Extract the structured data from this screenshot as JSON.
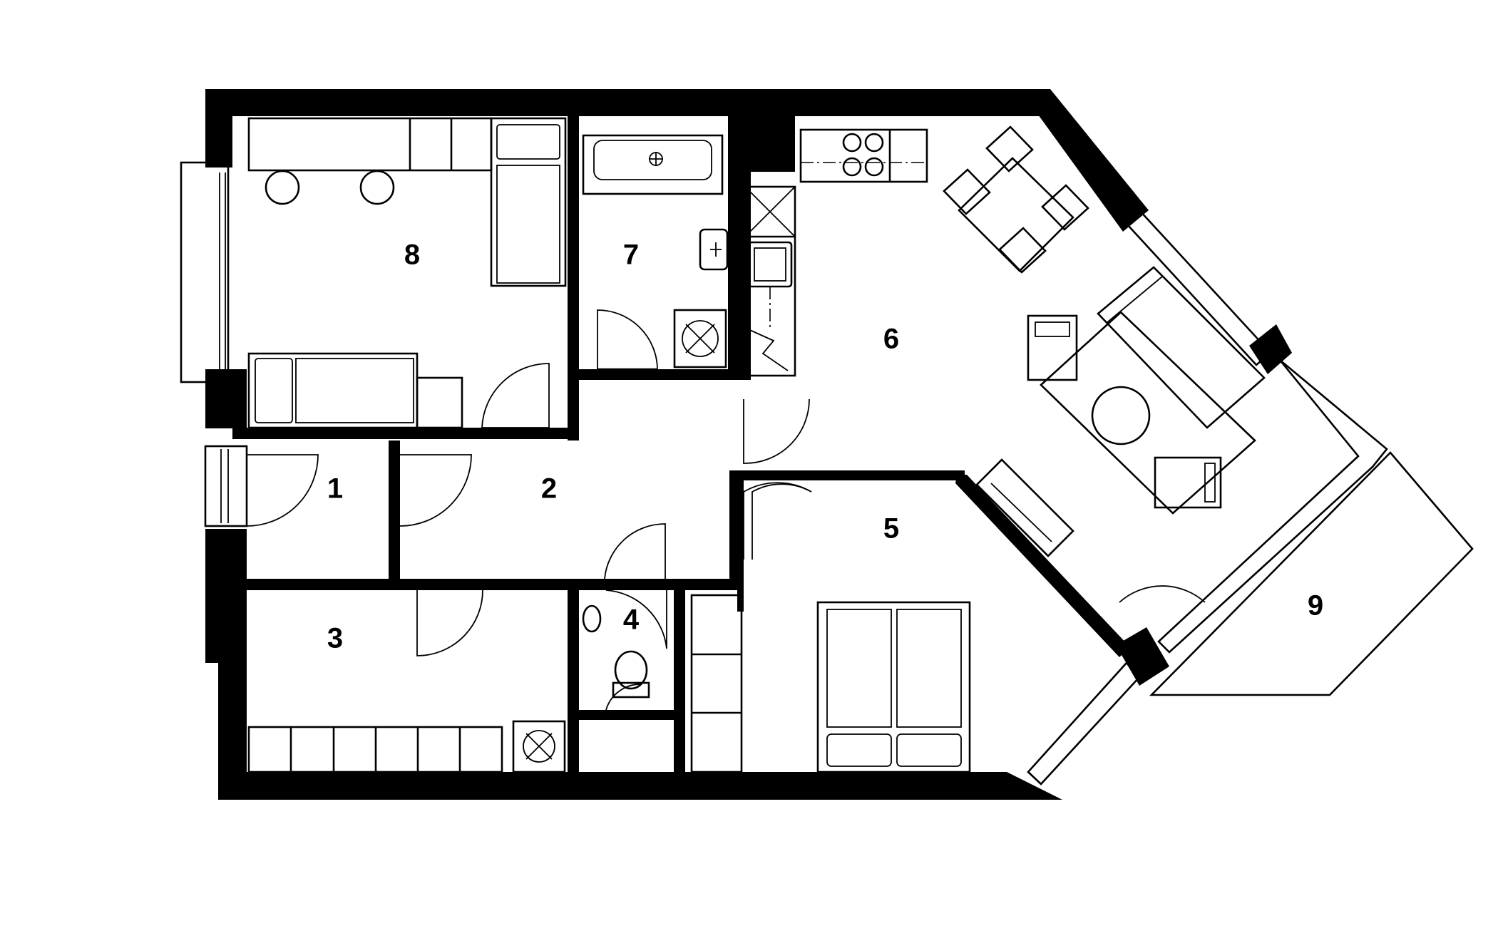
{
  "plan": {
    "rooms": [
      {
        "id": "room-1",
        "label": "1"
      },
      {
        "id": "room-2",
        "label": "2"
      },
      {
        "id": "room-3",
        "label": "3"
      },
      {
        "id": "room-4",
        "label": "4"
      },
      {
        "id": "room-5",
        "label": "5"
      },
      {
        "id": "room-6",
        "label": "6"
      },
      {
        "id": "room-7",
        "label": "7"
      },
      {
        "id": "room-8",
        "label": "8"
      },
      {
        "id": "room-9",
        "label": "9"
      }
    ],
    "colors": {
      "wall": "#000000",
      "background": "#ffffff"
    }
  }
}
